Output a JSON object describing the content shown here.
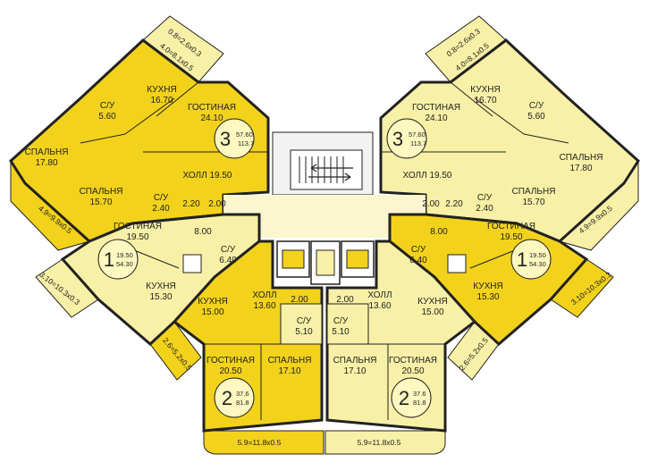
{
  "plan": {
    "colors": {
      "dark_yellow": "#f2d21b",
      "light_yellow": "#f8f0a6",
      "pale": "#fbf6d0",
      "balcony": "#b9dff0",
      "wall": "#222222",
      "core": "#f2f2f2"
    },
    "apartments": {
      "a3_left": {
        "number": "3",
        "area_living": "57.60",
        "area_total": "113.7"
      },
      "a3_right": {
        "number": "3",
        "area_living": "57.60",
        "area_total": "113.7"
      },
      "a1_left": {
        "number": "1",
        "area_living": "19.50",
        "area_total": "54.30"
      },
      "a1_right": {
        "number": "1",
        "area_living": "19.50",
        "area_total": "54.30"
      },
      "a2_left": {
        "number": "2",
        "area_living": "37.6",
        "area_total": "81.8"
      },
      "a2_right": {
        "number": "2",
        "area_living": "37.6",
        "area_total": "81.8"
      }
    },
    "rooms": {
      "tl_kitchen": "КУХНЯ",
      "tl_kitchen_a": "16.70",
      "tl_su": "С/У",
      "tl_su_a": "5.60",
      "tl_living": "ГОСТИНАЯ",
      "tl_living_a": "24.10",
      "tl_bed1": "СПАЛЬНЯ",
      "tl_bed1_a": "17.80",
      "tl_bed2": "СПАЛЬНЯ",
      "tl_bed2_a": "15.70",
      "tl_hall": "ХОЛЛ 19.50",
      "tl_su2": "С/У",
      "tl_su2_a": "2.40",
      "tl_s1": "2.20",
      "tl_s2": "2.00",
      "tr_kitchen": "КУХНЯ",
      "tr_kitchen_a": "16.70",
      "tr_su": "С/У",
      "tr_su_a": "5.60",
      "tr_living": "ГОСТИНАЯ",
      "tr_living_a": "24.10",
      "tr_bed1": "СПАЛЬНЯ",
      "tr_bed1_a": "17.80",
      "tr_bed2": "СПАЛЬНЯ",
      "tr_bed2_a": "15.70",
      "tr_hall": "ХОЛЛ 19.50",
      "tr_su2": "С/У",
      "tr_su2_a": "2.40",
      "tr_s1": "2.00",
      "tr_s2": "2.20",
      "ml_living": "ГОСТИНАЯ",
      "ml_living_a": "19.50",
      "ml_s": "8.00",
      "ml_su": "С/У",
      "ml_su_a": "6.40",
      "ml_kitchen": "КУХНЯ",
      "ml_kitchen_a": "15.30",
      "mr_living": "ГОСТИНАЯ",
      "mr_living_a": "19.50",
      "mr_s": "8.00",
      "mr_su": "С/У",
      "mr_su_a": "6.40",
      "mr_kitchen": "КУХНЯ",
      "mr_kitchen_a": "15.30",
      "bl_kitchen": "КУХНЯ",
      "bl_kitchen_a": "15.00",
      "bl_hall": "ХОЛЛ",
      "bl_hall_a": "13.60",
      "bl_s": "2.00",
      "bl_su": "С/У",
      "bl_su_a": "5.10",
      "bl_living": "ГОСТИНАЯ",
      "bl_living_a": "20.50",
      "bl_bed": "СПАЛЬНЯ",
      "bl_bed_a": "17.10",
      "br_kitchen": "КУХНЯ",
      "br_kitchen_a": "15.00",
      "br_hall": "ХОЛЛ",
      "br_hall_a": "13.60",
      "br_s": "2.00",
      "br_su": "С/У",
      "br_su_a": "5.10",
      "br_living": "ГОСТИНАЯ",
      "br_living_a": "20.50",
      "br_bed": "СПАЛЬНЯ",
      "br_bed_a": "17.10"
    },
    "dims": {
      "d_tl1": "0.8=2.6x0.3",
      "d_tl2": "4.0=8.1x0.5",
      "d_tr1": "0.8=2.6x0.3",
      "d_tr2": "4.0=8.1x0.5",
      "d_l": "4.9=9.9x0.5",
      "d_r": "4.9=9.9x0.5",
      "d_ml": "3.10=10.3x0.3",
      "d_mr": "3.10=10.3x0.3",
      "d_bl": "2.6=5.2x0.5",
      "d_br": "2.6=5.2x0.5",
      "d_b1": "5.9=11.8x0.5",
      "d_b2": "5.9=11.8x0.5"
    }
  }
}
